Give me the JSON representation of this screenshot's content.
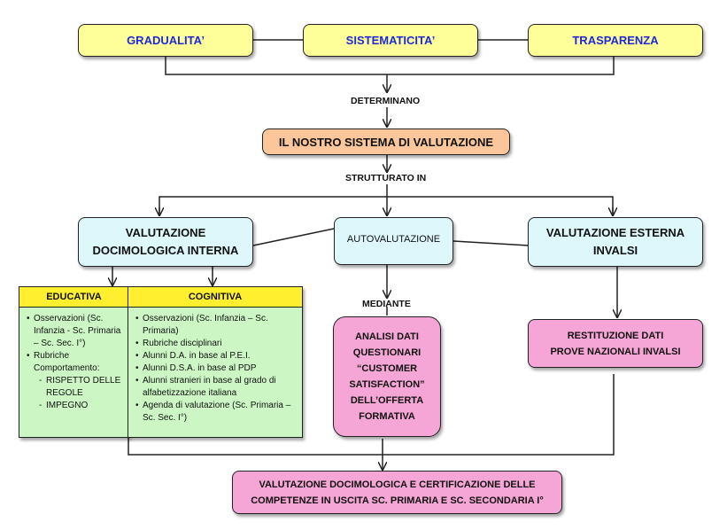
{
  "principles": [
    "GRADUALITA’",
    "SISTEMATICITA’",
    "TRASPARENZA"
  ],
  "connector_determinano": "DETERMINANO",
  "system_title": "IL NOSTRO SISTEMA DI VALUTAZIONE",
  "connector_strutturato": "STRUTTURATO IN",
  "branches": {
    "interna": [
      "VALUTAZIONE",
      "DOCIMOLOGICA INTERNA"
    ],
    "autovalutazione": "AUTOVALUTAZIONE",
    "esterna": [
      "VALUTAZIONE ESTERNA",
      "INVALSI"
    ]
  },
  "educativa": {
    "header": "EDUCATIVA",
    "items": [
      "Osservazioni (Sc. Infanzia - Sc. Primaria – Sc. Sec. I°)",
      "Rubriche Comportamento:"
    ],
    "subitems": [
      "RISPETTO DELLE REGOLE",
      "IMPEGNO"
    ]
  },
  "cognitiva": {
    "header": "COGNITIVA",
    "items": [
      "Osservazioni (Sc. Infanzia – Sc. Primaria)",
      "Rubriche disciplinari",
      "Alunni D.A. in base al P.E.I.",
      "Alunni D.S.A. in base al PDP",
      "Alunni stranieri in base al grado di alfabetizzazione italiana",
      "Agenda di valutazione (Sc. Primaria – Sc. Sec. I°)"
    ]
  },
  "connector_mediante": "MEDIANTE",
  "analisi": [
    "ANALISI DATI",
    "QUESTIONARI",
    "“CUSTOMER",
    "SATISFACTION”",
    "DELL’OFFERTA",
    "FORMATIVA"
  ],
  "restituzione": [
    "RESTITUZIONE DATI",
    "PROVE NAZIONALI INVALSI"
  ],
  "final": [
    "VALUTAZIONE DOCIMOLOGICA E CERTIFICAZIONE DELLE",
    "COMPETENZE IN USCITA SC. PRIMARIA E SC. SECONDARIA I°"
  ]
}
